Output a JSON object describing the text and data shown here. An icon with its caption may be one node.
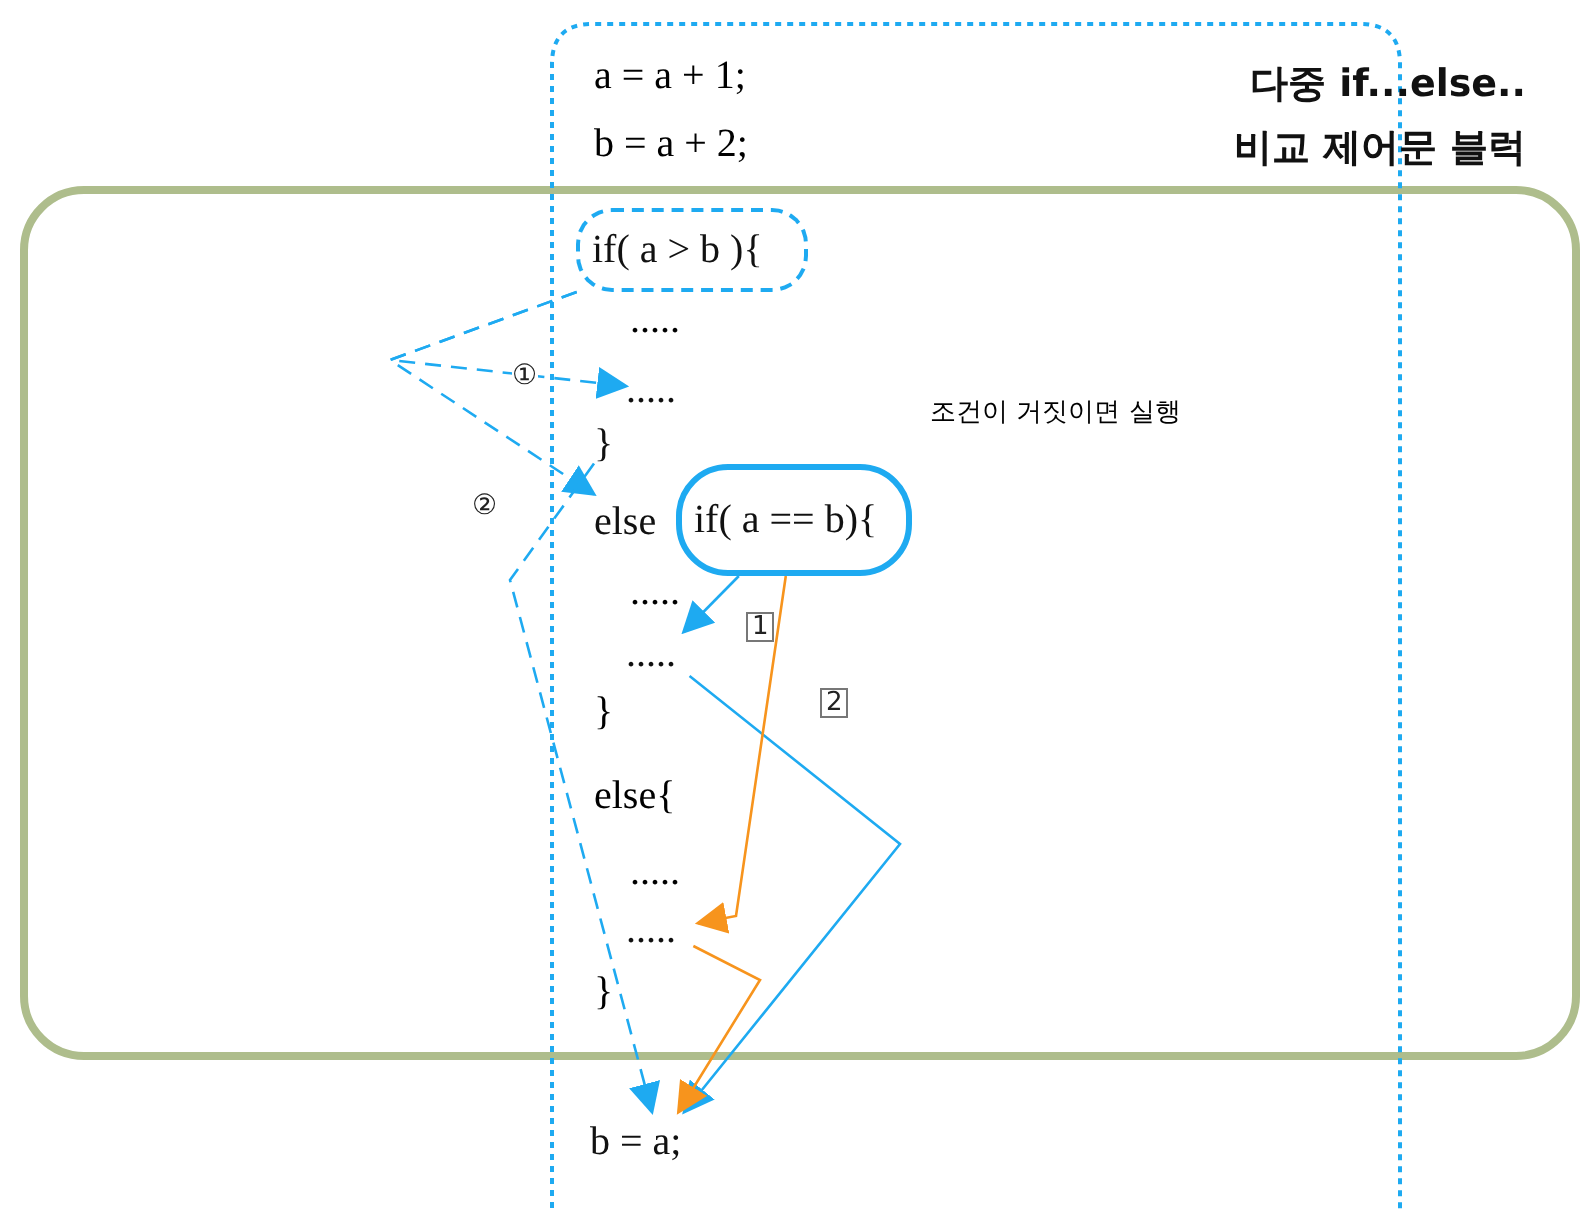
{
  "diagram": {
    "title": "다중 if...else.. 비교 제어문 블럭",
    "nodes": [
      {
        "text": [
          "if( a > b ){"
        ]
      },
      {
        "text": [
          "....."
        ]
      },
      {
        "text": [
          "}"
        ]
      },
      {
        "text": [
          "else"
        ]
      },
      {
        "text": [
          "if( a == b){"
        ]
      },
      {
        "text": [
          "....."
        ]
      },
      {
        "text": [
          "....."
        ]
      },
      {
        "text": [
          "b = a;"
        ]
      }
    ],
    "edges": [
      {
        "from": 0,
        "to": 1,
        "arrow": "to",
        "style": "dashed",
        "label": "①"
      },
      {
        "from": 0,
        "to": 3,
        "arrow": "to",
        "style": "dashed",
        "label": "②"
      },
      {
        "from": 2,
        "to": 7,
        "arrow": "to",
        "style": "dashed"
      },
      {
        "from": 4,
        "to": 5,
        "arrow": "to",
        "label": "1"
      },
      {
        "from": 5,
        "to": 7,
        "arrow": "to"
      },
      {
        "from": 4,
        "to": 6,
        "arrow": "to",
        "label": "2",
        "color": "#f7941d"
      },
      {
        "from": 6,
        "to": 7,
        "arrow": "to",
        "color": "#f7941d"
      }
    ],
    "labels": [
      "a = a + 1;",
      "b = a + 2;",
      ".....",
      "조건이 거짓이면 실행",
      ".....",
      "}",
      "else{",
      ".....",
      "}"
    ]
  }
}
